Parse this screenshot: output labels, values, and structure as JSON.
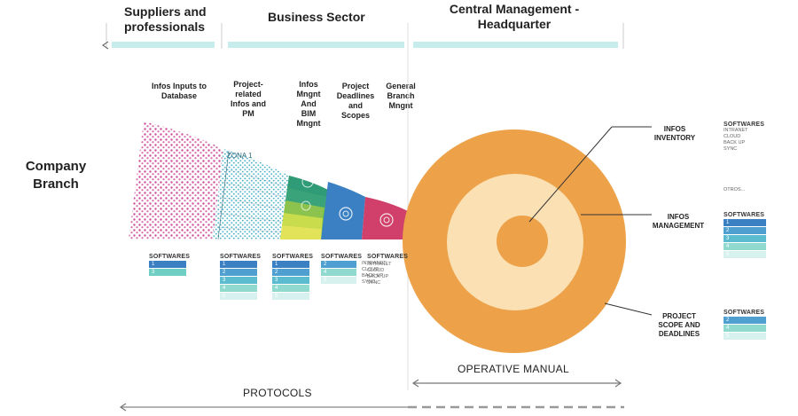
{
  "header": {
    "suppliers": "Suppliers and professionals",
    "business": "Business Sector",
    "central": "Central Management - Headquarter"
  },
  "company_branch": "Company Branch",
  "columns": {
    "infos_inputs": "Infos Inputs to Database",
    "project_related": "Project-related Infos and PM",
    "bim": "Infos Mngnt And BIM Mngnt",
    "deadlines": "Project Deadlines and Scopes",
    "general": "General Branch Mngnt"
  },
  "zona_label": "ZONA 1",
  "softwares_label": "SOFTWARES",
  "software_groups": [
    {
      "rows": [
        "1",
        "3"
      ]
    },
    {
      "rows": [
        "1",
        "2",
        "3",
        "4",
        "5"
      ]
    },
    {
      "rows": [
        "1",
        "2",
        "3",
        "4",
        "5"
      ]
    },
    {
      "rows": [
        "2",
        "4",
        "5"
      ],
      "notes": [
        "INTRANET",
        "CLOUD",
        "BACK UP",
        "SYNC"
      ]
    },
    {
      "notes": [
        "INTRANET",
        "CLOUD",
        "BACK UP",
        "SYNC"
      ]
    }
  ],
  "right_labels": {
    "inventory": "INFOS INVENTORY",
    "management": "INFOS MANAGEMENT",
    "scope": "PROJECT SCOPE AND DEADLINES"
  },
  "right_softwares": [
    {
      "notes": [
        "INTRANET",
        "CLOUD",
        "BACK UP",
        "SYNC"
      ]
    },
    {
      "rows": [
        "1",
        "2",
        "3",
        "4",
        "5"
      ]
    },
    {
      "rows": [
        "2",
        "4",
        "5"
      ]
    }
  ],
  "otros": "OTROS...",
  "footer": {
    "operative_manual": "OPERATIVE MANUAL",
    "protocols": "PROTOCOLS"
  },
  "colors": {
    "pink": "#cc4f97",
    "cyan": "#5bbcd0",
    "green": "#3aa37a",
    "yellow": "#e3e35a",
    "blue": "#3a80c2",
    "red": "#d1406a",
    "orange": "#eda24a",
    "light": "#fae0b2",
    "bar": "#c6ecec"
  }
}
